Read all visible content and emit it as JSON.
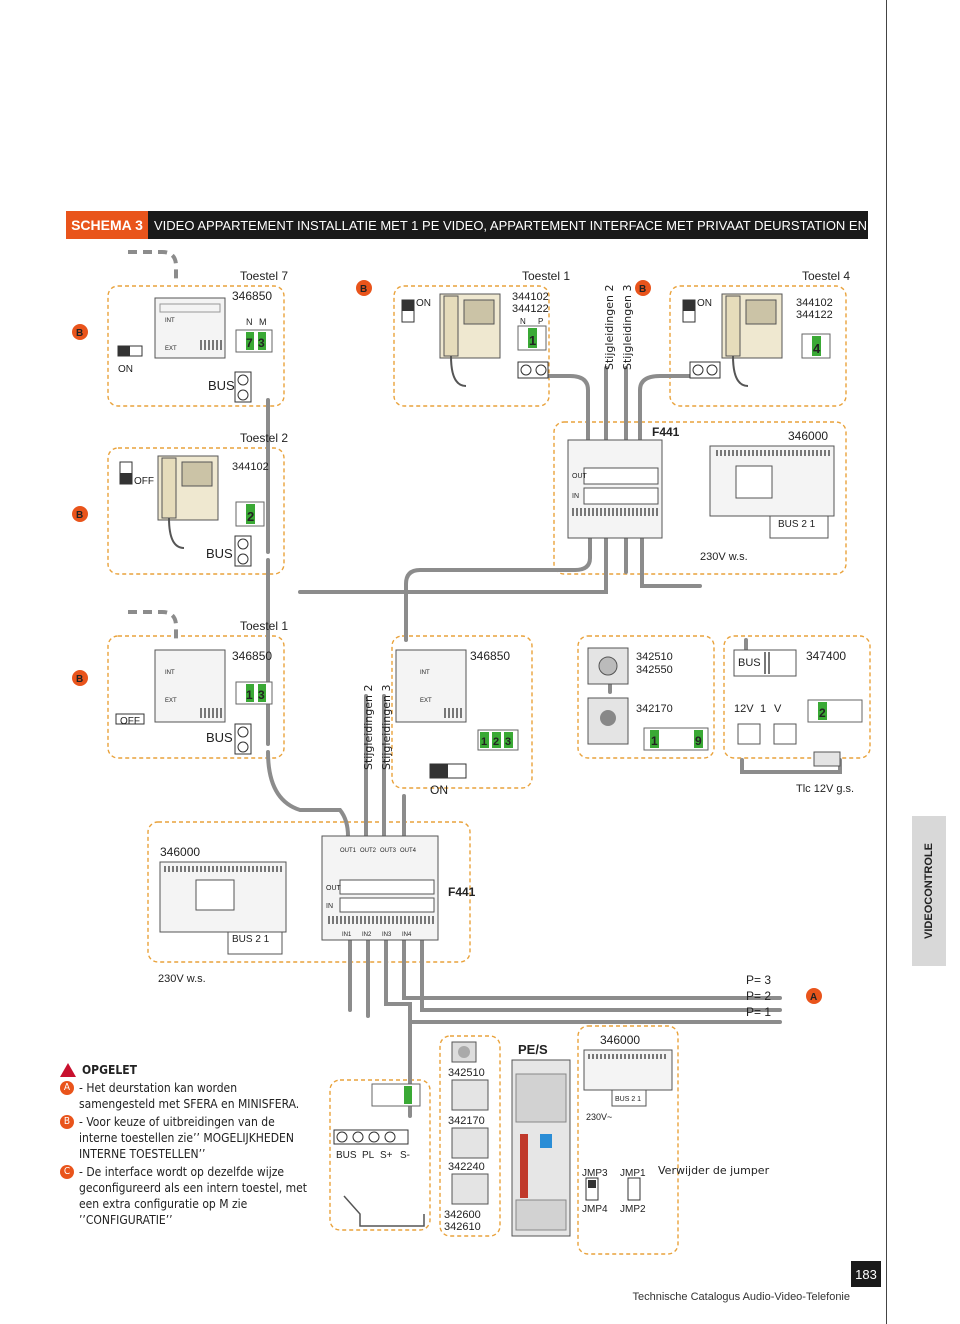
{
  "header": {
    "tag": "SCHEMA 3",
    "title": "VIDEO APPARTEMENT INSTALLATIE MET 1 PE VIDEO, APPARTEMENT INTERFACE MET PRIVAAT DEURSTATION EN EXTRA CAMERA’S"
  },
  "side_tab": "VIDEOCONTROLE",
  "page_number": "183",
  "footer": "Technische Catalogus Audio-Video-Telefonie",
  "labels": {
    "toestel7": "Toestel 7",
    "toestel1": "Toestel 1",
    "toestel4": "Toestel 4",
    "toestel2": "Toestel 2",
    "code_346850": "346850",
    "code_344102": "344102",
    "code_344122": "344122",
    "code_346000": "346000",
    "code_f441": "F441",
    "code_342510": "342510",
    "code_342550": "342550",
    "code_342170": "342170",
    "code_347400": "347400",
    "code_342240": "342240",
    "code_342600": "342600",
    "code_342610": "342610",
    "on": "ON",
    "off": "OFF",
    "bus": "BUS",
    "pes": "PE/S",
    "stijg2": "Stijgleidingen 2",
    "stijg3": "Stijgleidingen 3",
    "mains": "230V w.s.",
    "tlc": "Tlc 12V g.s.",
    "v230": "230V~",
    "p3": "P= 3",
    "p2": "P= 2",
    "p1": "P= 1",
    "jmp3": "JMP3",
    "jmp1": "JMP1",
    "jmp4": "JMP4",
    "jmp2": "JMP2",
    "verwijder": "Verwijder de jumper",
    "out": "OUT",
    "in": "IN",
    "int": "INT",
    "ext": "EXT",
    "out1": "OUT1",
    "out2": "OUT2",
    "out3": "OUT3",
    "out4": "OUT4",
    "in1": "IN1",
    "in2": "IN2",
    "in3": "IN3",
    "in4": "IN4",
    "bus21": "BUS  2  1",
    "v12": "12V",
    "v1": "1",
    "v": "V",
    "term_bus": "BUS",
    "term_pl": "PL",
    "term_splus": "S+",
    "term_smin": "S-",
    "letter_a": "A",
    "letter_b": "B",
    "letter_c": "C"
  },
  "configs": {
    "t7": {
      "n": "7",
      "m": "3"
    },
    "t1_top": {
      "n": "N",
      "p": "P",
      "val": "1"
    },
    "t4": {
      "val": "4"
    },
    "t2": {
      "val": "2"
    },
    "t1_mid": {
      "n": "1",
      "m": "3"
    },
    "ext_ds": {
      "n": "1",
      "m": "2",
      "x": "3"
    },
    "ds_342170": {
      "p": "1",
      "s": "9"
    },
    "cam_347400": {
      "p": "2"
    }
  },
  "notes": {
    "title": "OPGELET",
    "a": "- Het deurstation kan worden samengesteld met SFERA en MINISFERA.",
    "b": "- Voor keuze of uitbreidingen van de interne toestellen zie’’ MOGELIJKHEDEN INTERNE TOESTELLEN’’",
    "c": "- De interface wordt op dezelfde wijze geconfigureerd als een intern toestel, met een extra configuratie op M zie ’’CONFIGURATIE’’"
  },
  "colors": {
    "accent": "#e9541b",
    "config_green": "#3aa935",
    "wire": "#8a8a8a",
    "dash": "#e9a23b",
    "sidebar": "#d8d8d8"
  }
}
